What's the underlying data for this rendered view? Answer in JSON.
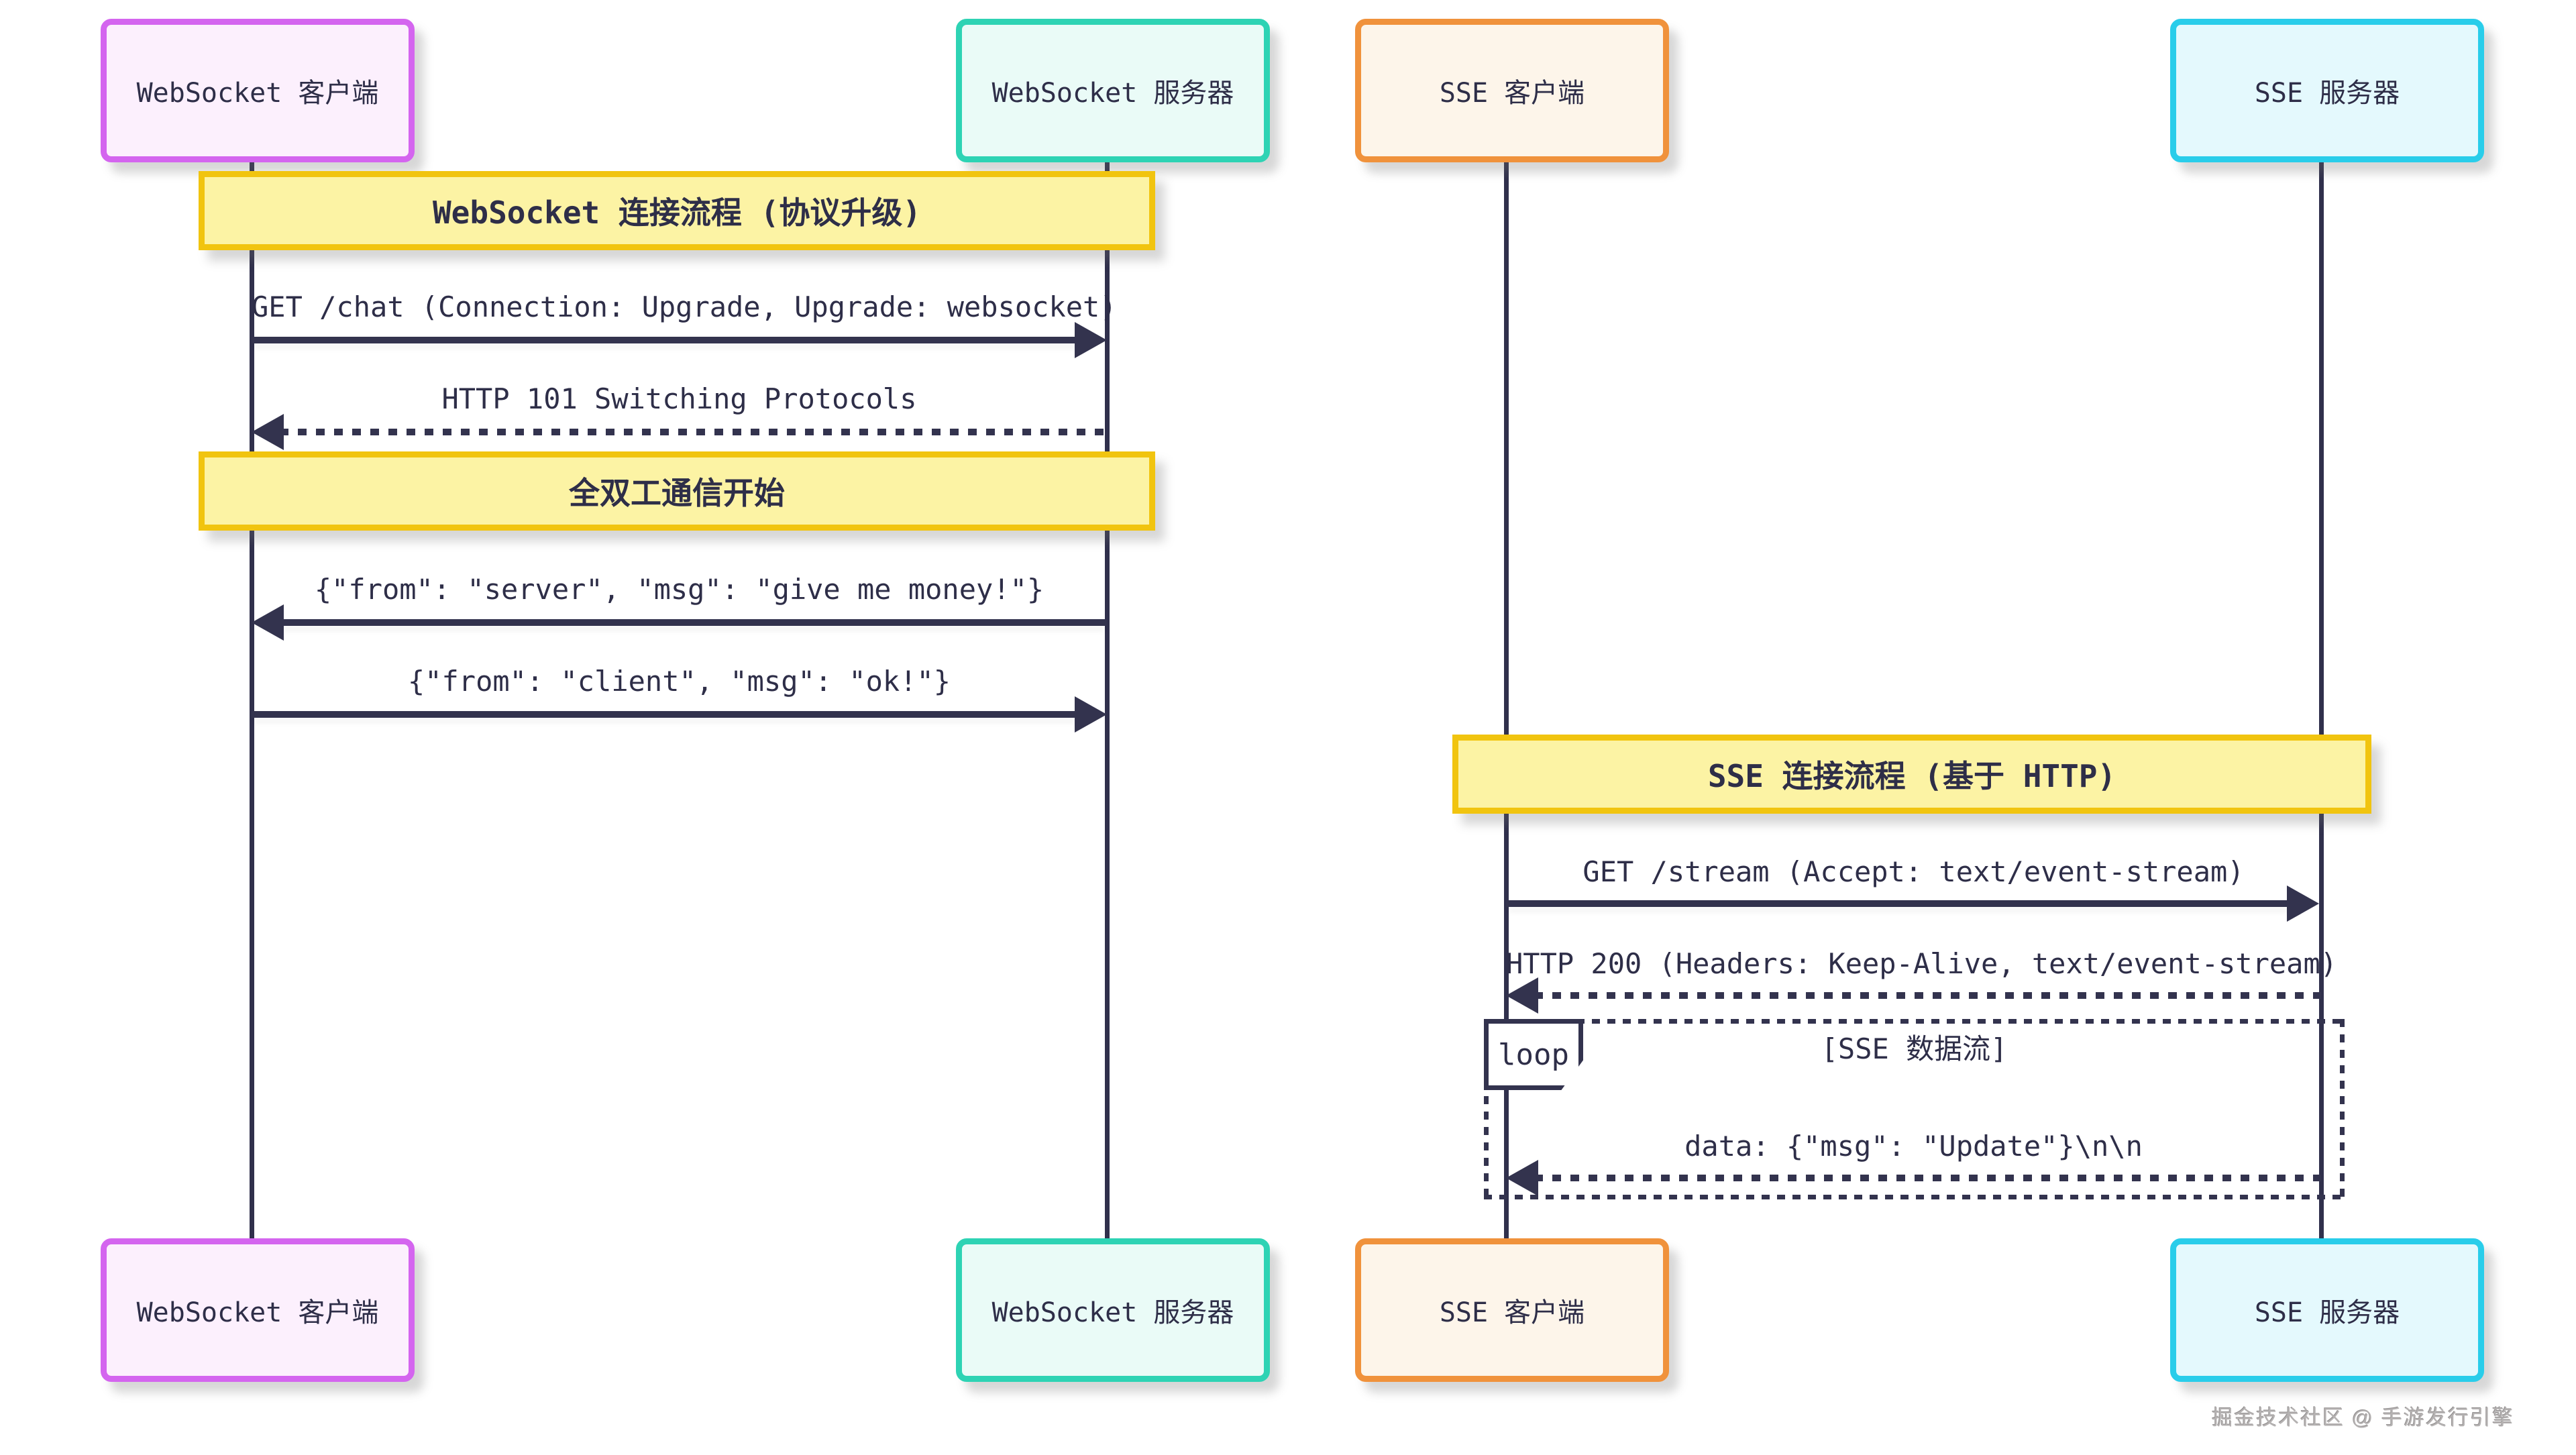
{
  "page": {
    "background": "#ffffff",
    "watermark": "掘金技术社区 @ 手游发行引擎"
  },
  "colors": {
    "line": "#33334e",
    "text": "#2e2e48",
    "note_fill": "#fcf3a4",
    "note_border": "#f1c40f",
    "ws_client_border": "#d465ef",
    "ws_client_fill": "#fcf0fd",
    "ws_server_border": "#2ed3b4",
    "ws_server_fill": "#eafbf7",
    "sse_client_border": "#f0923c",
    "sse_client_fill": "#fdf5ea",
    "sse_server_border": "#29cdea",
    "sse_server_fill": "#e4f9fd"
  },
  "actors": {
    "ws_client": "WebSocket 客户端",
    "ws_server": "WebSocket 服务器",
    "sse_client": "SSE 客户端",
    "sse_server": "SSE 服务器"
  },
  "notes": {
    "ws_handshake": "WebSocket 连接流程 (协议升级)",
    "ws_duplex": "全双工通信开始",
    "sse_flow": "SSE 连接流程 (基于 HTTP)"
  },
  "messages": {
    "ws_get": "GET /chat (Connection: Upgrade, Upgrade: websocket)",
    "ws_101": "HTTP 101 Switching Protocols",
    "ws_server_msg": "{\"from\": \"server\", \"msg\": \"give me money!\"}",
    "ws_client_msg": "{\"from\": \"client\", \"msg\": \"ok!\"}",
    "sse_get": "GET /stream (Accept: text/event-stream)",
    "sse_200": "HTTP 200 (Headers: Keep-Alive, text/event-stream)",
    "sse_data": "data: {\"msg\": \"Update\"}\\n\\n"
  },
  "loop": {
    "label": "loop",
    "title": "[SSE 数据流]"
  }
}
